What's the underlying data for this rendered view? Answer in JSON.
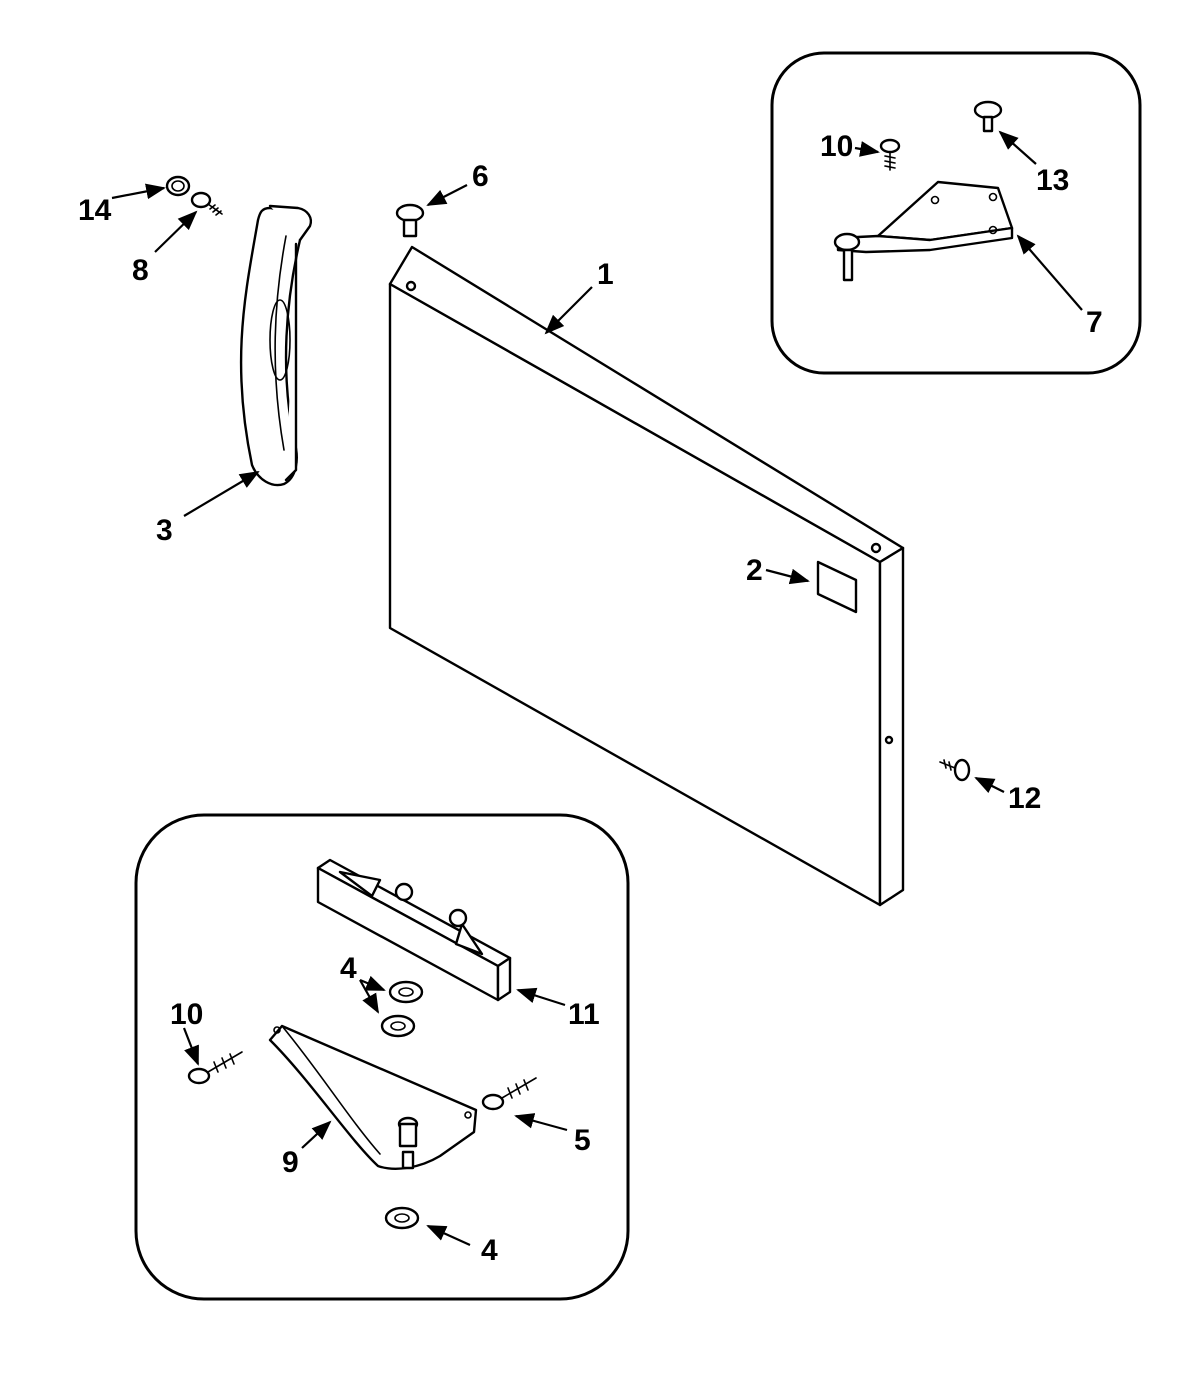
{
  "callouts": {
    "c1": "1",
    "c2": "2",
    "c3": "3",
    "c4a": "4",
    "c4b": "4",
    "c5": "5",
    "c6": "6",
    "c7": "7",
    "c8": "8",
    "c9": "9",
    "c10a": "10",
    "c10b": "10",
    "c11": "11",
    "c12": "12",
    "c13": "13",
    "c14": "14"
  }
}
